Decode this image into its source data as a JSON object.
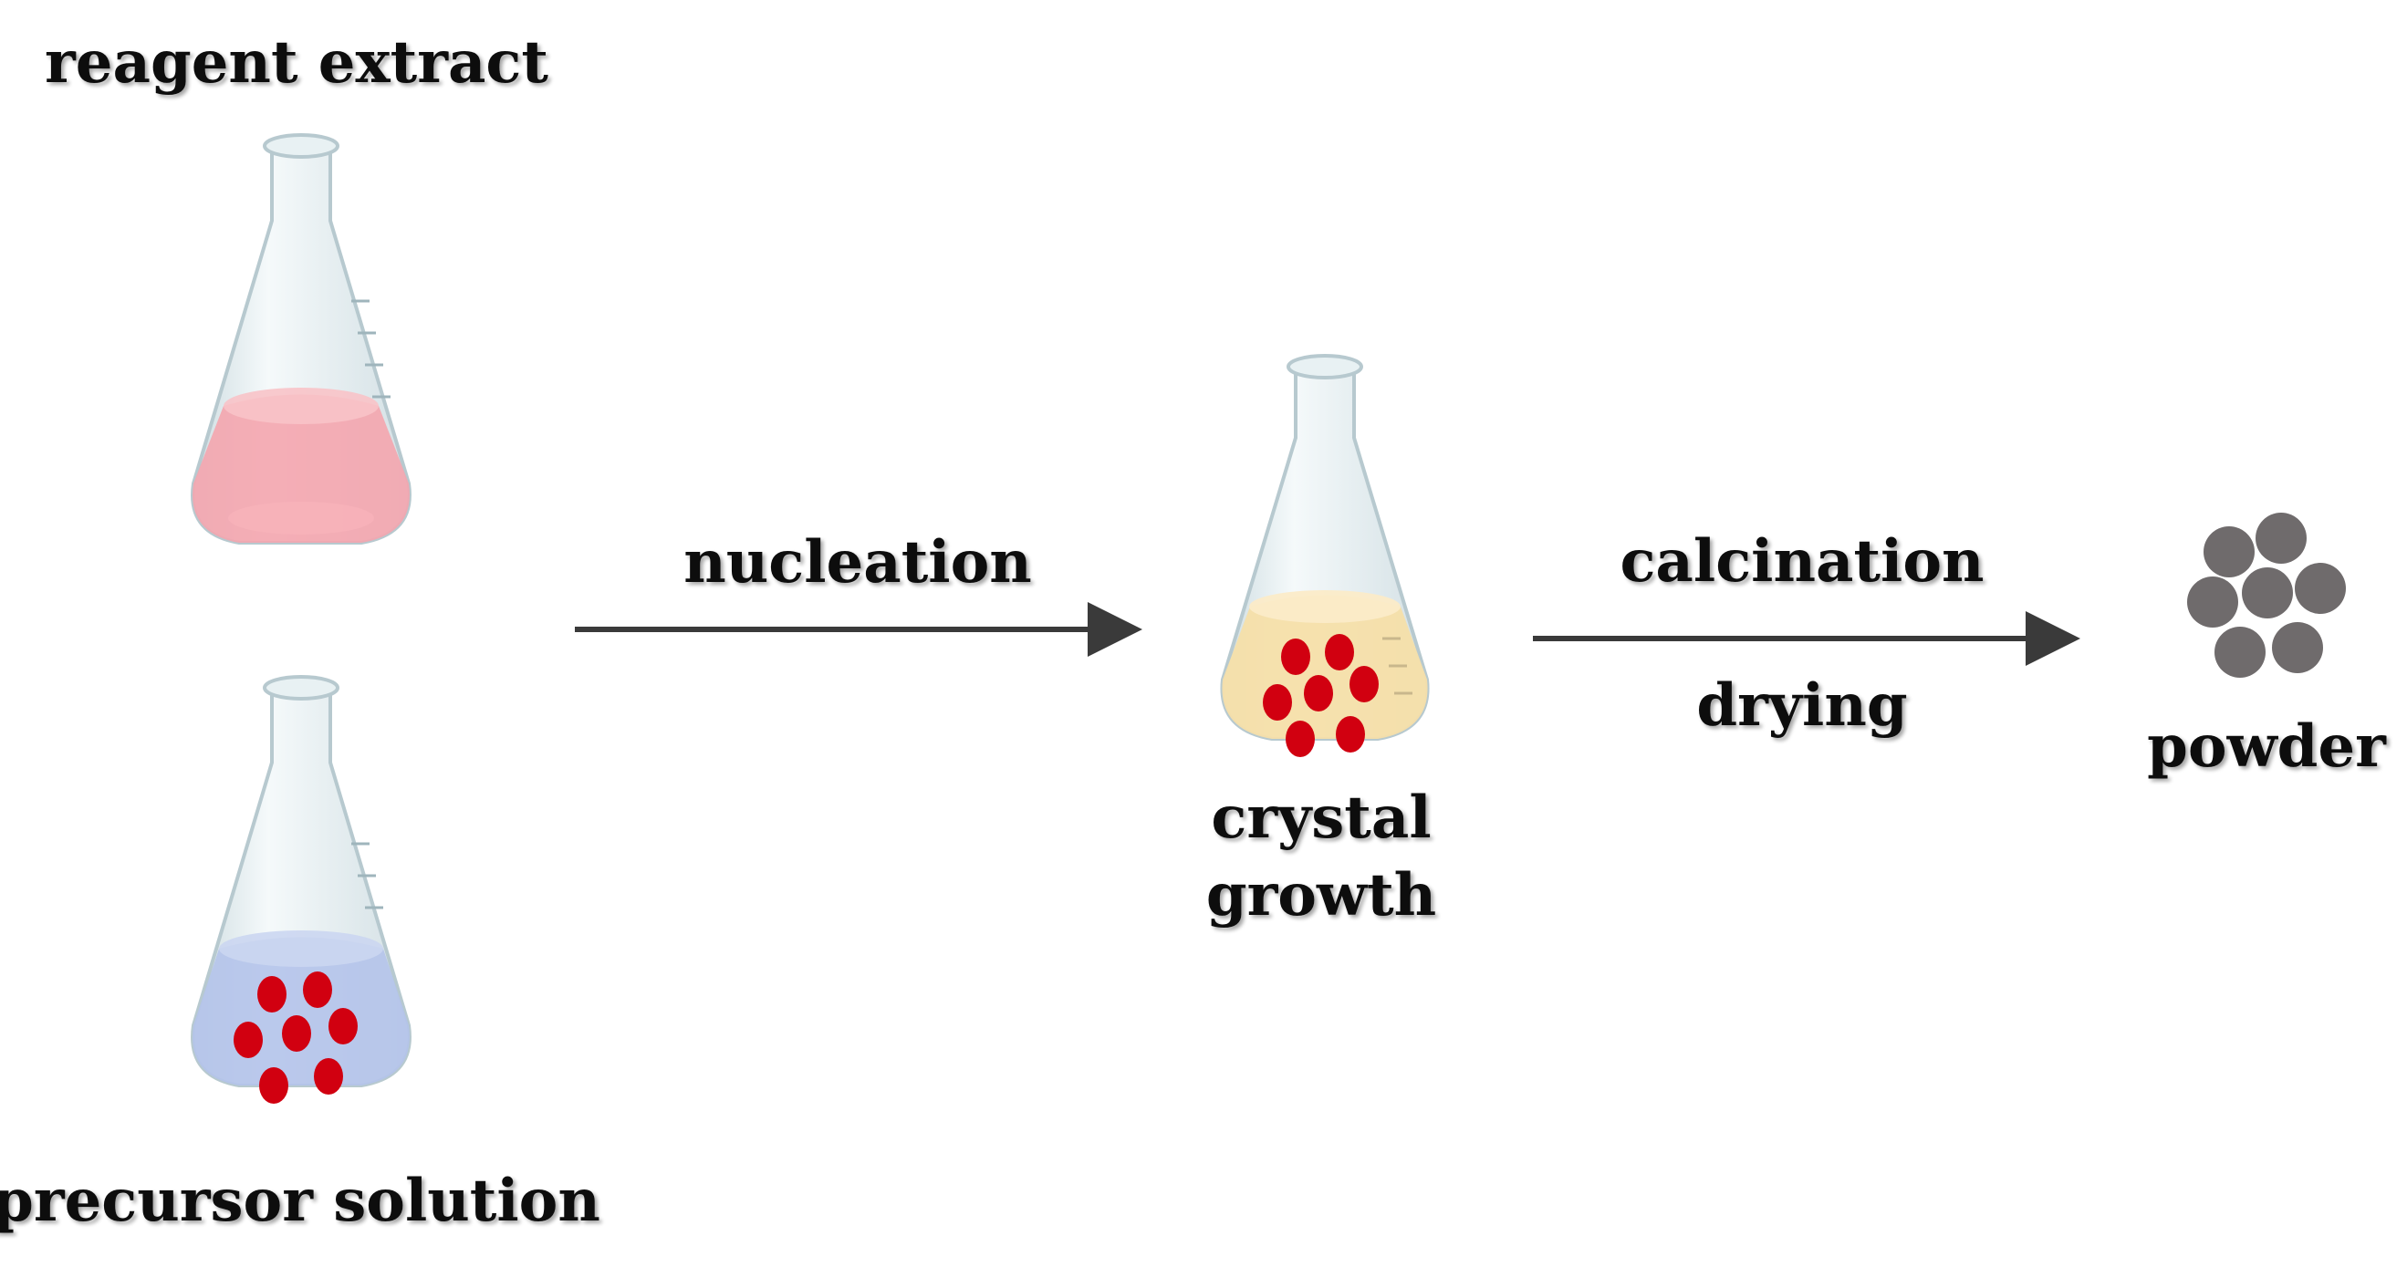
{
  "labels": {
    "reagent": "reagent extract",
    "precursor": "precursor solution",
    "nucleation": "nucleation",
    "crystal_line1": "crystal",
    "crystal_line2": "growth",
    "calcination": "calcination",
    "drying": "drying",
    "powder": "powder"
  },
  "colors": {
    "reagent_liquid": "#f4a5ae",
    "precursor_liquid": "#b4c3ea",
    "crystal_liquid": "#f6dfa9",
    "particle_red": "#d10010",
    "powder_gray": "#6f6b6c",
    "arrow": "#3a3a3a",
    "glass": "#dbe8ec"
  }
}
